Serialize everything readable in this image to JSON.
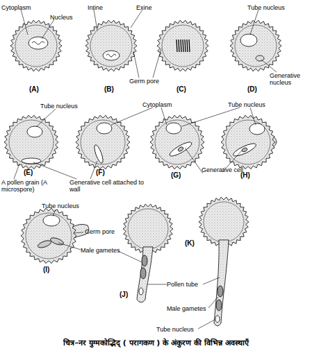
{
  "diagram": {
    "caption": "चित्र–नर युग्मकोद्भिद् ( परागकण ) के अंकुरण की विभिन्न अवस्थाएँ",
    "labels": [
      "Cytoplasm",
      "Nucleus",
      "(A)",
      "Intine",
      "Exine",
      "(B)",
      "Germ pore",
      "(C)",
      "Tube nucleus",
      "(D)",
      "Generative nucleus",
      "Tube nucleus",
      "Cytoplasm",
      "Tube nucleus",
      "(E)",
      "(F)",
      "(G)",
      "(H)",
      "A pollen grain (A microspore)",
      "Generative cell attached to wall",
      "Generative cell",
      "Tube nucleus",
      "Germ pore",
      "Male gametes",
      "(I)",
      "Pollen tube",
      "(J)",
      "(K)",
      "Male gametes",
      "Tube nucleus"
    ]
  }
}
